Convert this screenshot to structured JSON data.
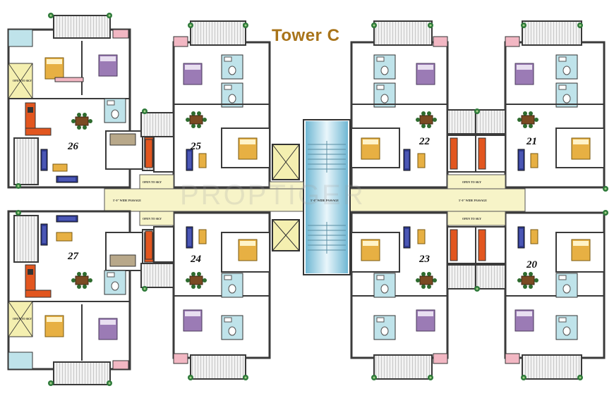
{
  "title": "Tower C",
  "watermark": "PROPTIGER",
  "units": [
    {
      "id": "u26",
      "label": "26"
    },
    {
      "id": "u25",
      "label": "25"
    },
    {
      "id": "u22",
      "label": "22"
    },
    {
      "id": "u21",
      "label": "21"
    },
    {
      "id": "u27",
      "label": "27"
    },
    {
      "id": "u24",
      "label": "24"
    },
    {
      "id": "u23",
      "label": "23"
    },
    {
      "id": "u20",
      "label": "20"
    }
  ],
  "labels": {
    "passage_left": "5'-0\" WIDE PASSAGE",
    "passage_center": "5'-0\" WIDE PASSAGE",
    "passage_right": "5'-0\" WIDE PASSAGE",
    "open_to_sky": "OPEN TO SKY",
    "open_to_sky_short": "OPEN TO SKY"
  },
  "colors": {
    "wall": "#3a3a3a",
    "passage": "#f7f4c8",
    "kitchen": "#e2561f",
    "bath": "#bfe3ea",
    "sofa": "#2f3a8f",
    "bed_purple": "#9b7bb5",
    "bed_gold": "#e7b043",
    "balcony": "#d9d9d9",
    "pink": "#f2b7c3",
    "stair": "#a9d8e6",
    "title": "#a8741a"
  }
}
